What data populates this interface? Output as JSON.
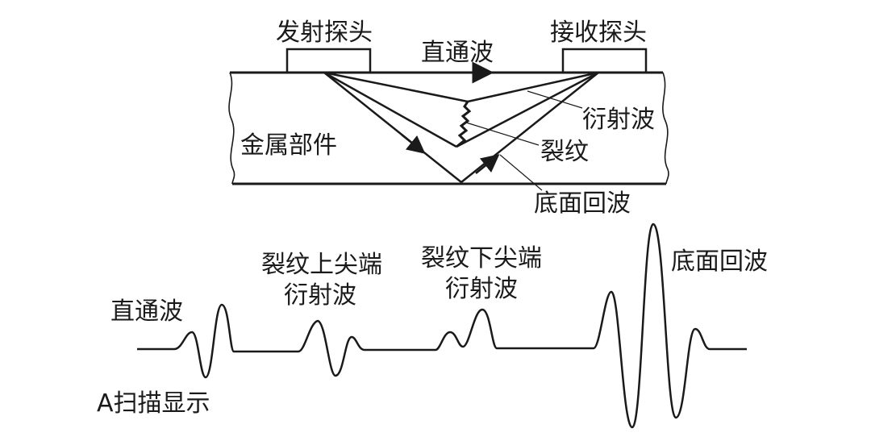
{
  "top_diagram": {
    "transmit_probe": "发射探头",
    "receive_probe": "接收探头",
    "direct_wave": "直通波",
    "diffracted_wave": "衍射波",
    "crack": "裂纹",
    "metal_part": "金属部件",
    "backwall_echo": "底面回波"
  },
  "waveform": {
    "direct_wave": "直通波",
    "crack_upper_tip_line1": "裂纹上尖端",
    "crack_upper_tip_line2": "衍射波",
    "crack_lower_tip_line1": "裂纹下尖端",
    "crack_lower_tip_line2": "衍射波",
    "backwall_echo": "底面回波",
    "display_mode": "A扫描显示"
  },
  "colors": {
    "ink": "#1a1a1a",
    "background": "#ffffff"
  }
}
